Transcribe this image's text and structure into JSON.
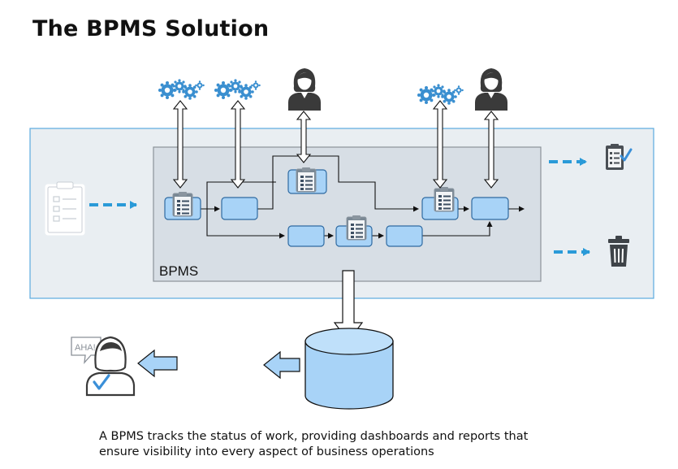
{
  "title": "The BPMS Solution",
  "bpms_label": "BPMS",
  "aha_text": "AHA!",
  "caption": {
    "line1": "A BPMS tracks the status of work, providing dashboards and reports that",
    "line2": "ensure visibility into every aspect of business operations"
  },
  "colors": {
    "outer_panel_fill": "#e9eef2",
    "outer_panel_border": "#5aaadf",
    "inner_panel_fill": "#d7dee5",
    "inner_panel_border": "#8c9399",
    "task_fill": "#a8d3f7",
    "task_border": "#2f6aa1",
    "dashed_arrow": "#2a9ad8",
    "gear": "#3a8fd0",
    "person": "#3a3a3a",
    "check": "#3a8fd8",
    "text": "#111111"
  },
  "icons": {
    "gears": "gears-icon",
    "person": "person-icon",
    "form": "form-document-icon",
    "approved_document": "approved-document-icon",
    "trash": "trash-can-icon",
    "database": "database-icon",
    "person_with_insight": "person-aha-icon"
  }
}
